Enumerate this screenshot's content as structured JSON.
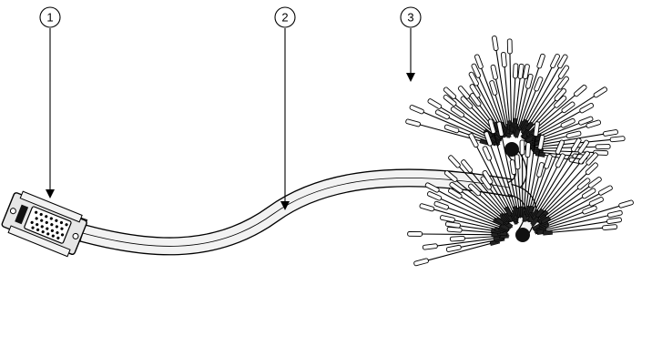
{
  "callouts": [
    {
      "id": "1",
      "label": "1"
    },
    {
      "id": "2",
      "label": "2"
    },
    {
      "id": "3",
      "label": "3"
    }
  ],
  "colors": {
    "line": "#000000",
    "fill": "#ffffff",
    "cable_fill": "#f2f2f2",
    "connector_fill": "#e6e6e6"
  },
  "icons": {
    "connector": "d-sub-connector-icon",
    "cable": "shielded-cable-icon",
    "breakout": "pigtail-breakout-icon"
  }
}
